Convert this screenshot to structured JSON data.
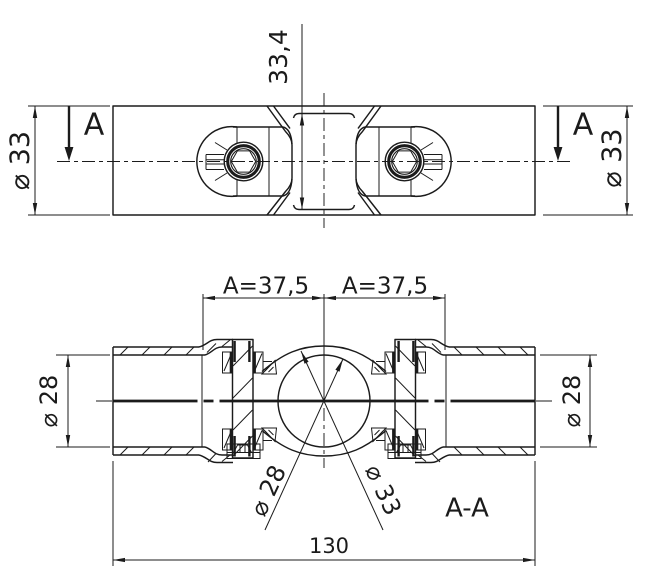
{
  "colors": {
    "line": "#1b1b1b",
    "background": "#ffffff"
  },
  "top_view": {
    "section_label_left": "A",
    "section_label_right": "A",
    "height_dim": "33,4",
    "diameter_left": "⌀ 33",
    "diameter_right": "⌀ 33"
  },
  "section_view": {
    "offset_left": "A=37,5",
    "offset_right": "A=37,5",
    "bore_left": "⌀ 28",
    "bore_right": "⌀ 28",
    "ball_diameter": "⌀ 28",
    "sphere_diameter": "⌀ 33",
    "overall_length": "130",
    "section_label": "A-A"
  }
}
